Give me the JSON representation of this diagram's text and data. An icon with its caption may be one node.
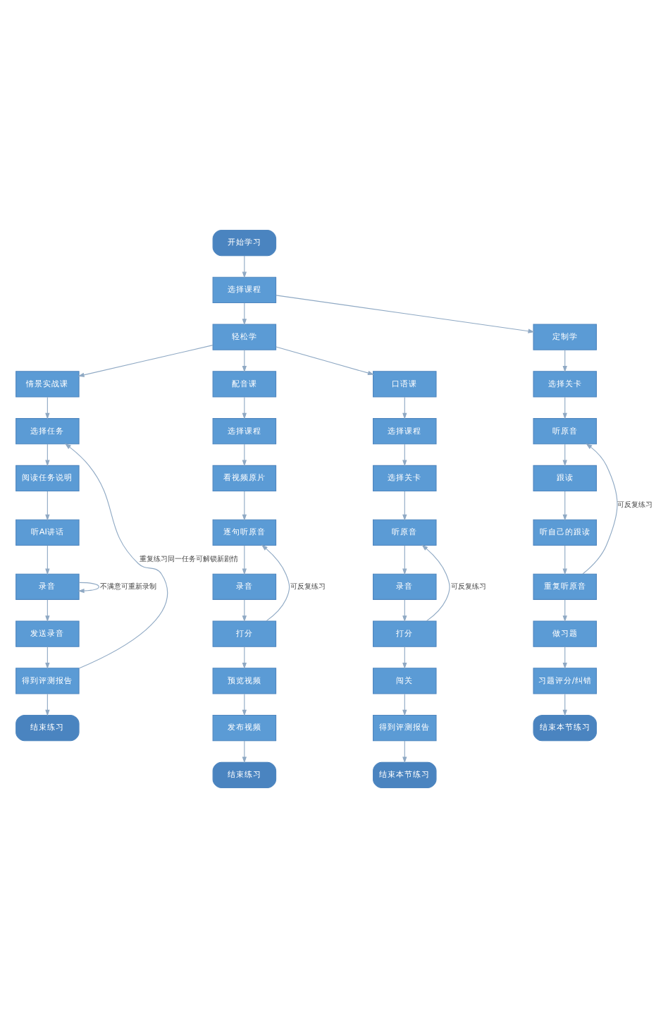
{
  "diagram": {
    "nodes": [
      {
        "text": [
          "开始学习"
        ]
      },
      {
        "text": [
          "选择课程"
        ]
      },
      {
        "text": [
          "轻松学"
        ]
      },
      {
        "text": [
          "定制学"
        ]
      },
      {
        "text": [
          "情景实战课"
        ]
      },
      {
        "text": [
          "配音课"
        ]
      },
      {
        "text": [
          "口语课"
        ]
      },
      {
        "text": [
          "选择关卡"
        ]
      },
      {
        "text": [
          "选择任务"
        ]
      },
      {
        "text": [
          "阅读任务说明"
        ]
      },
      {
        "text": [
          "听AI讲话"
        ]
      },
      {
        "text": [
          "录音"
        ]
      },
      {
        "text": [
          "发送录音"
        ]
      },
      {
        "text": [
          "得到评测报告"
        ]
      },
      {
        "text": [
          "结束练习"
        ]
      },
      {
        "text": [
          "选择课程"
        ]
      },
      {
        "text": [
          "看视频原片"
        ]
      },
      {
        "text": [
          "逐句听原音"
        ]
      },
      {
        "text": [
          "录音"
        ]
      },
      {
        "text": [
          "打分"
        ]
      },
      {
        "text": [
          "预览视频"
        ]
      },
      {
        "text": [
          "发布视频"
        ]
      },
      {
        "text": [
          "结束练习"
        ]
      },
      {
        "text": [
          "选择课程"
        ]
      },
      {
        "text": [
          "选择关卡"
        ]
      },
      {
        "text": [
          "听原音"
        ]
      },
      {
        "text": [
          "录音"
        ]
      },
      {
        "text": [
          "打分"
        ]
      },
      {
        "text": [
          "闯关"
        ]
      },
      {
        "text": [
          "得到评测报告"
        ]
      },
      {
        "text": [
          "结束本节练习"
        ]
      },
      {
        "text": [
          "听原音"
        ]
      },
      {
        "text": [
          "跟读"
        ]
      },
      {
        "text": [
          "听自己的跟读"
        ]
      },
      {
        "text": [
          "重复听原音"
        ]
      },
      {
        "text": [
          "做习题"
        ]
      },
      {
        "text": [
          "习题评分/纠错"
        ]
      },
      {
        "text": [
          "结束本节练习"
        ]
      }
    ],
    "edges": [
      {
        "from": 0,
        "to": 1,
        "arrow": "to"
      },
      {
        "from": 1,
        "to": 2,
        "arrow": "to"
      },
      {
        "from": 1,
        "to": 3,
        "arrow": "to"
      },
      {
        "from": 2,
        "to": 4,
        "arrow": "to"
      },
      {
        "from": 2,
        "to": 5,
        "arrow": "to"
      },
      {
        "from": 2,
        "to": 6,
        "arrow": "to"
      },
      {
        "from": 3,
        "to": 7,
        "arrow": "to"
      },
      {
        "from": 4,
        "to": 8,
        "arrow": "to"
      },
      {
        "from": 8,
        "to": 9,
        "arrow": "to"
      },
      {
        "from": 9,
        "to": 10,
        "arrow": "to"
      },
      {
        "from": 10,
        "to": 11,
        "arrow": "to"
      },
      {
        "from": 11,
        "to": 12,
        "arrow": "to"
      },
      {
        "from": 11,
        "to": 11,
        "arrow": "to",
        "label": "不满意可重新录制"
      },
      {
        "from": 12,
        "to": 13,
        "arrow": "to"
      },
      {
        "from": 13,
        "to": 14,
        "arrow": "to"
      },
      {
        "from": 13,
        "to": 8,
        "arrow": "to",
        "label": "重复练习同一任务可解锁新剧情"
      },
      {
        "from": 5,
        "to": 15,
        "arrow": "to"
      },
      {
        "from": 15,
        "to": 16,
        "arrow": "to"
      },
      {
        "from": 16,
        "to": 17,
        "arrow": "to"
      },
      {
        "from": 17,
        "to": 18,
        "arrow": "to"
      },
      {
        "from": 18,
        "to": 19,
        "arrow": "to"
      },
      {
        "from": 19,
        "to": 17,
        "arrow": "to",
        "label": "可反复练习"
      },
      {
        "from": 19,
        "to": 20,
        "arrow": "to"
      },
      {
        "from": 20,
        "to": 21,
        "arrow": "to"
      },
      {
        "from": 21,
        "to": 22,
        "arrow": "to"
      },
      {
        "from": 6,
        "to": 23,
        "arrow": "to"
      },
      {
        "from": 23,
        "to": 24,
        "arrow": "to"
      },
      {
        "from": 24,
        "to": 25,
        "arrow": "to"
      },
      {
        "from": 25,
        "to": 26,
        "arrow": "to"
      },
      {
        "from": 26,
        "to": 27,
        "arrow": "to"
      },
      {
        "from": 27,
        "to": 25,
        "arrow": "to",
        "label": "可反复练习"
      },
      {
        "from": 27,
        "to": 28,
        "arrow": "to"
      },
      {
        "from": 28,
        "to": 29,
        "arrow": "to"
      },
      {
        "from": 29,
        "to": 30,
        "arrow": "to"
      },
      {
        "from": 7,
        "to": 31,
        "arrow": "to"
      },
      {
        "from": 31,
        "to": 32,
        "arrow": "to"
      },
      {
        "from": 32,
        "to": 33,
        "arrow": "to"
      },
      {
        "from": 33,
        "to": 34,
        "arrow": "to"
      },
      {
        "from": 34,
        "to": 31,
        "arrow": "to",
        "label": "可反复练习"
      },
      {
        "from": 34,
        "to": 35,
        "arrow": "to"
      },
      {
        "from": 35,
        "to": 36,
        "arrow": "to"
      },
      {
        "from": 36,
        "to": 37,
        "arrow": "to"
      }
    ]
  }
}
